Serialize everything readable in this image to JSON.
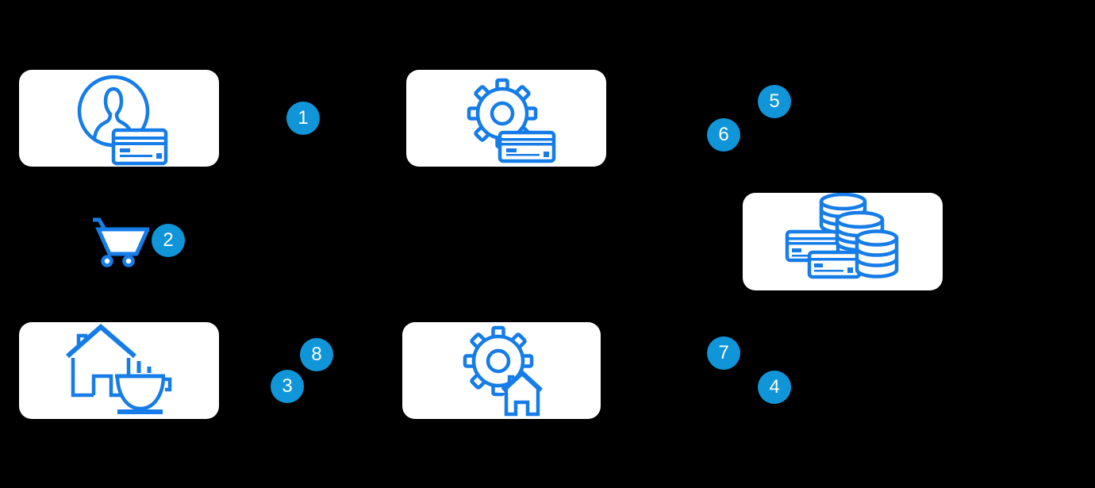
{
  "canvas": {
    "background": "#000000"
  },
  "colors": {
    "icon_stroke": "#157ce8",
    "badge_fill": "#1095d8",
    "badge_text": "#ffffff",
    "node_fill": "#ffffff"
  },
  "nodes": [
    {
      "id": "person-credit-card",
      "icon": "person-credit-card-icon"
    },
    {
      "id": "gear-credit-card",
      "icon": "gear-credit-card-icon"
    },
    {
      "id": "databases-credit-cards",
      "icon": "databases-credit-cards-icon"
    },
    {
      "id": "house-coffee-cup",
      "icon": "house-coffee-cup-icon"
    },
    {
      "id": "gear-house",
      "icon": "gear-house-icon"
    }
  ],
  "standalone_icons": [
    {
      "id": "shopping-cart",
      "icon": "shopping-cart-icon"
    }
  ],
  "badges": [
    {
      "label": "1"
    },
    {
      "label": "2"
    },
    {
      "label": "3"
    },
    {
      "label": "4"
    },
    {
      "label": "5"
    },
    {
      "label": "6"
    },
    {
      "label": "7"
    },
    {
      "label": "8"
    }
  ]
}
